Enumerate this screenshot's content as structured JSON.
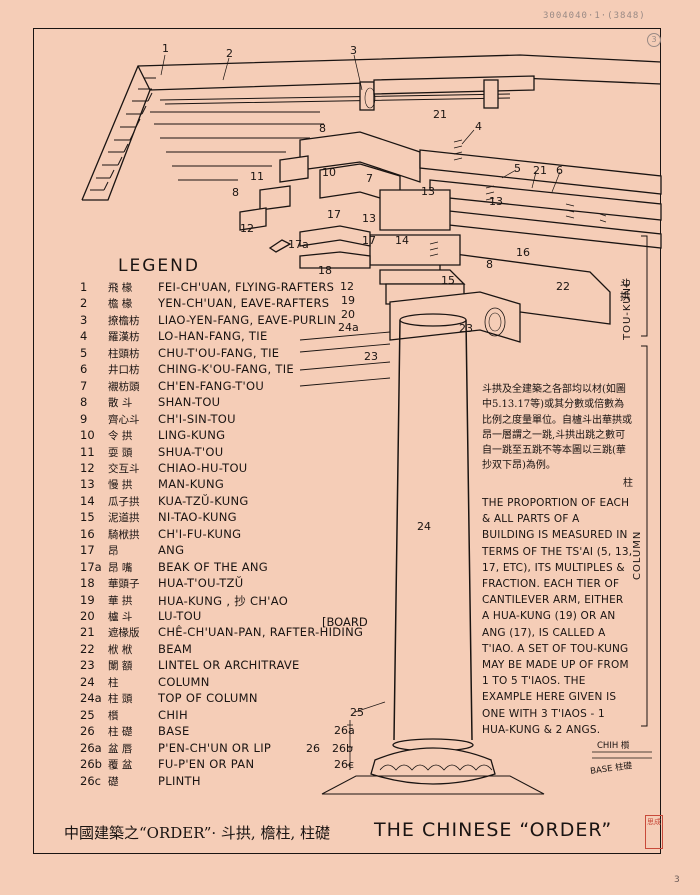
{
  "top_note": "3004040·1·(3848)",
  "corner_note": "3",
  "legend_title": "LEGEND",
  "legend": [
    {
      "num": "1",
      "cn": "飛 椽",
      "en": "FEI-CH'UAN, FLYING-RAFTERS"
    },
    {
      "num": "2",
      "cn": "檐 椽",
      "en": "YEN-CH'UAN, EAVE-RAFTERS"
    },
    {
      "num": "3",
      "cn": "撩檐枋",
      "en": "LIAO-YEN-FANG, EAVE-PURLIN"
    },
    {
      "num": "4",
      "cn": "羅漢枋",
      "en": "LO-HAN-FANG, TIE"
    },
    {
      "num": "5",
      "cn": "柱頭枋",
      "en": "CHU-T'OU-FANG, TIE"
    },
    {
      "num": "6",
      "cn": "井口枋",
      "en": "CHING-K'OU-FANG, TIE"
    },
    {
      "num": "7",
      "cn": "襯枋頭",
      "en": "CH'EN-FANG-T'OU"
    },
    {
      "num": "8",
      "cn": "散 斗",
      "en": "SHAN-TOU"
    },
    {
      "num": "9",
      "cn": "齊心斗",
      "en": "CH'I-SIN-TOU"
    },
    {
      "num": "10",
      "cn": "令 拱",
      "en": "LING-KUNG"
    },
    {
      "num": "11",
      "cn": "耍 頭",
      "en": "SHUA-T'OU"
    },
    {
      "num": "12",
      "cn": "交互斗",
      "en": "CHIAO-HU-TOU"
    },
    {
      "num": "13",
      "cn": "慢 拱",
      "en": "MAN-KUNG"
    },
    {
      "num": "14",
      "cn": "瓜子拱",
      "en": "KUA-TZŬ-KUNG"
    },
    {
      "num": "15",
      "cn": "泥道拱",
      "en": "NI-TAO-KUNG"
    },
    {
      "num": "16",
      "cn": "騎栿拱",
      "en": "CH'I-FU-KUNG"
    },
    {
      "num": "17",
      "cn": "昂",
      "en": "ANG"
    },
    {
      "num": "17a",
      "cn": "昂 嘴",
      "en": "BEAK OF THE ANG"
    },
    {
      "num": "18",
      "cn": "華頭子",
      "en": "HUA-T'OU-TZŬ"
    },
    {
      "num": "19",
      "cn": "華 拱",
      "en": "HUA-KUNG , 抄 CH'AO"
    },
    {
      "num": "20",
      "cn": "櫨 斗",
      "en": "LU-TOU"
    },
    {
      "num": "21",
      "cn": "遮椽版",
      "en": "CHÊ-CH'UAN-PAN, RAFTER-HIDING"
    },
    {
      "num": "22",
      "cn": "栿 栿",
      "en": "BEAM"
    },
    {
      "num": "23",
      "cn": "闌 額",
      "en": "LINTEL OR ARCHITRAVE"
    },
    {
      "num": "24",
      "cn": "柱",
      "en": "COLUMN"
    },
    {
      "num": "24a",
      "cn": "柱 頭",
      "en": "TOP OF COLUMN"
    },
    {
      "num": "25",
      "cn": "櫍",
      "en": "CHIH"
    },
    {
      "num": "26",
      "cn": "柱 礎",
      "en": "BASE"
    },
    {
      "num": "26a",
      "cn": "盆 唇",
      "en": "P'EN-CH'UN OR LIP"
    },
    {
      "num": "26b",
      "cn": "覆 盆",
      "en": "FU-P'EN OR PAN"
    },
    {
      "num": "26c",
      "cn": "礎",
      "en": "PLINTH"
    }
  ],
  "board_label": "[BOARD",
  "cn_note": "斗拱及全建築之各部均以材(如圖中5.13.17等)或其分數或倍數為比例之度量單位。自櫨斗出華拱或昂一層謂之一跳,斗拱出跳之數可自一跳至五跳不等本圖以三跳(華抄双下昂)為例。",
  "en_note": "THE PROPORTION OF EACH & ALL PARTS OF A BUILDING IS MEASURED IN TERMS OF THE TS'AI (5, 13, 17, ETC), ITS MULTIPLES & FRACTION. EACH TIER OF CANTILEVER ARM, EITHER A HUA-KUNG (19) OR AN ANG (17), IS CALLED A T'IAO. A SET OF TOU-KUNG MAY BE MADE UP OF FROM 1 TO 5 T'IAOS. THE EXAMPLE HERE GIVEN IS ONE WITH 3 T'IAOS - 1 HUA-KUNG & 2 ANGS.",
  "pillar_cn": "柱",
  "column_label": "COLUMN",
  "toukung_label": "TOU-KUNG",
  "toukung_cn": "斗拱",
  "chih_label": "CHIH 櫍",
  "base_label": "BASE 柱礎",
  "footer_cn": "中國建築之“ORDER”· 斗拱, 檐柱, 柱礎",
  "footer_en": "THE CHINESE “ORDER”",
  "seal_text": "思成",
  "page_number": "3",
  "callouts": {
    "c1": "1",
    "c2": "2",
    "c3": "3",
    "c4": "4",
    "c5": "5",
    "c6": "6",
    "c7": "7",
    "c8a": "8",
    "c8b": "8",
    "c8c": "8",
    "c10": "10",
    "c11": "11",
    "c12": "12",
    "c12b": "12",
    "c13": "13",
    "c13b": "13",
    "c13c": "13",
    "c14": "14",
    "c15": "15",
    "c16": "16",
    "c17": "17",
    "c17b": "17",
    "c17a": "17a",
    "c18": "18",
    "c19": "19",
    "c20": "20",
    "c21": "21",
    "c21b": "21",
    "c22": "22",
    "c23": "23",
    "c23b": "23",
    "c24": "24",
    "c24a": "24a",
    "c25": "25",
    "c26": "26",
    "c26a": "26a",
    "c26b": "26b",
    "c26c": "26c"
  }
}
